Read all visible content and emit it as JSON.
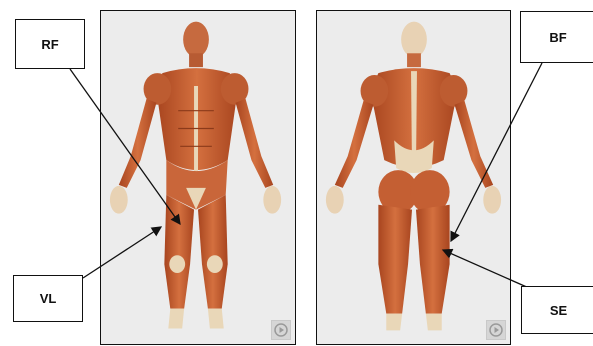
{
  "labels": {
    "rf": "RF",
    "bf": "BF",
    "vl": "VL",
    "se": "SE"
  },
  "colors": {
    "muscle": "#c9633a",
    "muscle_dark": "#9c3e1d",
    "tendon": "#e9d7b8",
    "panel_bg": "#ececec",
    "line": "#111111"
  },
  "icons": {
    "front_play": "play-icon",
    "back_play": "play-icon"
  }
}
